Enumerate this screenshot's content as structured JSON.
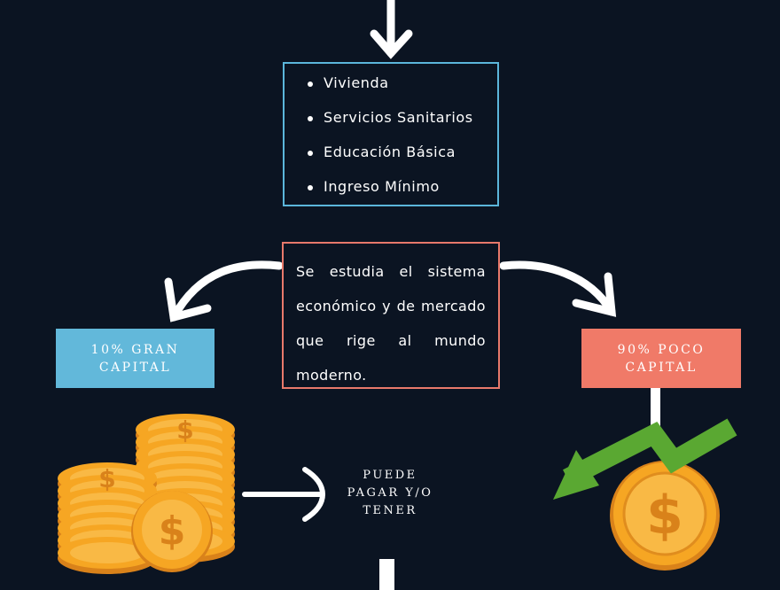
{
  "list_box": {
    "items": [
      "Vivienda",
      "Servicios Sanitarios",
      "Educación Básica",
      "Ingreso Mínimo"
    ]
  },
  "description": "Se estudia el sistema económico y de mercado que rige al mundo moderno.",
  "left_tag": {
    "label": "10% GRAN\nCAPITAL"
  },
  "right_tag": {
    "label": "90% POCO\nCAPITAL"
  },
  "outcome": {
    "label": "PUEDE\nPAGAR Y/O\nTENER"
  },
  "icons": [
    "down-arrow-icon",
    "curved-arrow-left-icon",
    "curved-arrow-right-icon",
    "coin-stack-icon",
    "right-arrow-icon",
    "single-coin-icon",
    "down-trend-arrow-icon"
  ],
  "colors": {
    "background": "#0b1422",
    "list_border": "#5bb6db",
    "desc_border": "#e8796b",
    "left_tag": "#62b8da",
    "right_tag": "#f07a68",
    "coin": "#f6a623",
    "trend_arrow": "#5aa832"
  }
}
